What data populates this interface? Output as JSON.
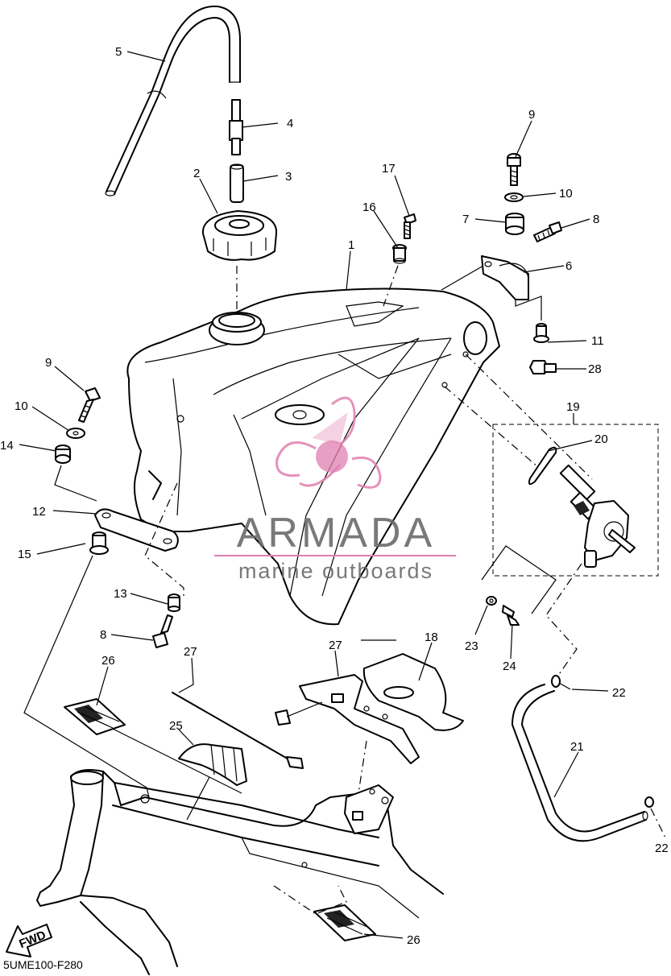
{
  "drawing_code": "5UME100-F280",
  "fwd_label": "FWD",
  "watermark": {
    "brand": "ARMADA",
    "tagline": "marine outboards",
    "colors": {
      "logo": "#e07fb0",
      "text": "#6b6b6b"
    }
  },
  "callouts": {
    "c1": "1",
    "c2": "2",
    "c3": "3",
    "c4": "4",
    "c5": "5",
    "c6": "6",
    "c7": "7",
    "c8a": "8",
    "c8b": "8",
    "c9a": "9",
    "c9b": "9",
    "c10a": "10",
    "c10b": "10",
    "c11": "11",
    "c12": "12",
    "c13": "13",
    "c14": "14",
    "c15": "15",
    "c16": "16",
    "c17": "17",
    "c18": "18",
    "c19": "19",
    "c20": "20",
    "c21": "21",
    "c22a": "22",
    "c22b": "22",
    "c23": "23",
    "c24": "24",
    "c25": "25",
    "c26a": "26",
    "c26b": "26",
    "c27a": "27",
    "c27b": "27",
    "c28": "28"
  }
}
